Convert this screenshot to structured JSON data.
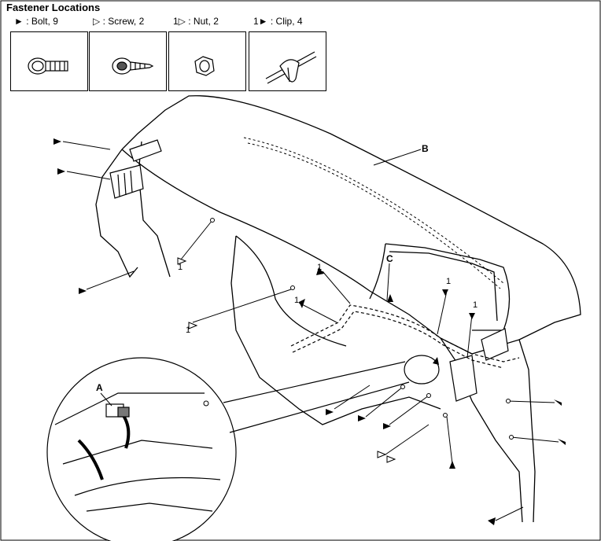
{
  "legend": {
    "title": "Fastener Locations",
    "items": [
      {
        "key": "bolt",
        "label": "► : Bolt, 9"
      },
      {
        "key": "screw",
        "label": "▷ : Screw, 2"
      },
      {
        "key": "nut",
        "label": "1▷ : Nut, 2"
      },
      {
        "key": "clip",
        "label": "1► : Clip, 4"
      }
    ]
  },
  "callouts": {
    "a": "A",
    "b": "B",
    "c": "C",
    "one": "1"
  }
}
